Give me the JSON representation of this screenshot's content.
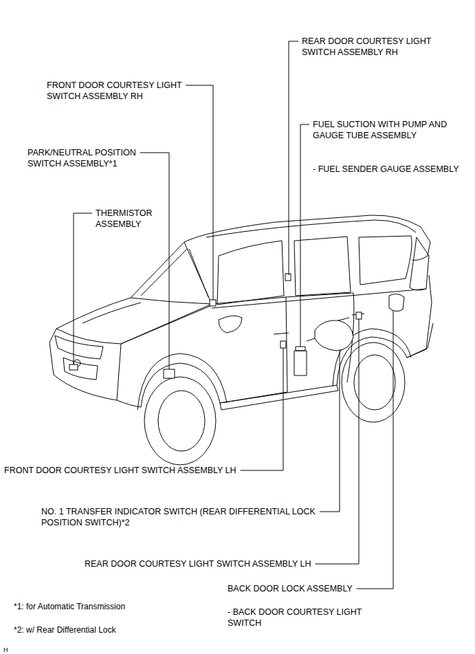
{
  "diagram": {
    "labels": [
      "REAR DOOR COURTESY LIGHT SWITCH ASSEMBLY RH",
      "FRONT DOOR COURTESY LIGHT SWITCH ASSEMBLY RH",
      "FUEL SUCTION WITH PUMP AND GAUGE TUBE ASSEMBLY",
      "- FUEL SENDER GAUGE ASSEMBLY",
      "PARK/NEUTRAL POSITION SWITCH ASSEMBLY*1",
      "THERMISTOR ASSEMBLY",
      "FRONT DOOR COURTESY LIGHT SWITCH ASSEMBLY LH",
      "NO. 1 TRANSFER INDICATOR SWITCH (REAR DIFFERENTIAL LOCK POSITION SWITCH)*2",
      "REAR DOOR COURTESY LIGHT SWITCH ASSEMBLY LH",
      "BACK DOOR LOCK ASSEMBLY",
      "- BACK DOOR COURTESY LIGHT SWITCH",
      "*1: for Automatic Transmission",
      "*2: w/ Rear Differential Lock",
      "H"
    ]
  }
}
